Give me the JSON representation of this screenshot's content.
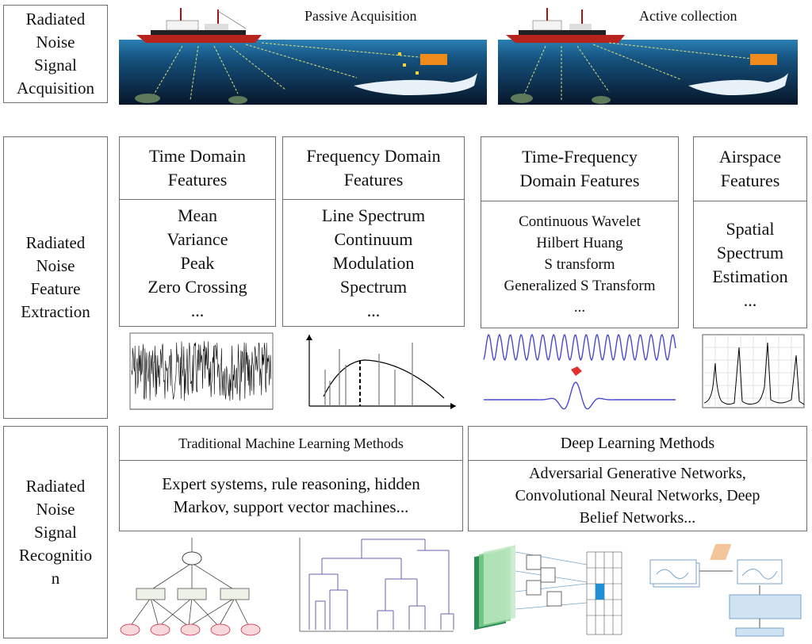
{
  "rows": {
    "acquisition": [
      "Radiated",
      "Noise",
      "Signal",
      "Acquisition"
    ],
    "extraction": [
      "Radiated",
      "Noise",
      "Feature",
      "Extraction"
    ],
    "recognition": [
      "Radiated",
      "Noise",
      "Signal",
      "Recognitio",
      "n"
    ]
  },
  "acquisition": {
    "passive_title": "Passive Acquisition",
    "active_title": "Active collection"
  },
  "features": {
    "time": {
      "title": [
        "Time Domain",
        "Features"
      ],
      "items": [
        "Mean",
        "Variance",
        "Peak",
        "Zero Crossing",
        "..."
      ]
    },
    "frequency": {
      "title": [
        "Frequency Domain",
        "Features"
      ],
      "items": [
        "Line Spectrum",
        "Continuum",
        "Modulation",
        "Spectrum",
        "..."
      ]
    },
    "time_frequency": {
      "title": [
        "Time-Frequency",
        "Domain Features"
      ],
      "items": [
        "Continuous Wavelet",
        "Hilbert Huang",
        "S transform",
        "Generalized S Transform",
        "..."
      ]
    },
    "airspace": {
      "title": [
        "Airspace",
        "Features"
      ],
      "items": [
        "Spatial",
        "Spectrum",
        "Estimation",
        "..."
      ]
    }
  },
  "recognition": {
    "traditional": {
      "title": "Traditional Machine Learning Methods",
      "body": [
        "Expert systems, rule reasoning, hidden",
        "Markov, support vector machines..."
      ]
    },
    "deep": {
      "title": "Deep Learning Methods",
      "body": [
        "Adversarial Generative Networks,",
        "Convolutional Neural Networks, Deep",
        "Belief Networks..."
      ]
    }
  },
  "colors": {
    "ocean_top": "#1d5f8c",
    "ocean_bottom": "#0a1b33",
    "ship_hull": "#b7241e",
    "wave_blue": "#4a4ad0",
    "marker_red": "#e03030",
    "chart_purple": "#6b5fb0"
  }
}
